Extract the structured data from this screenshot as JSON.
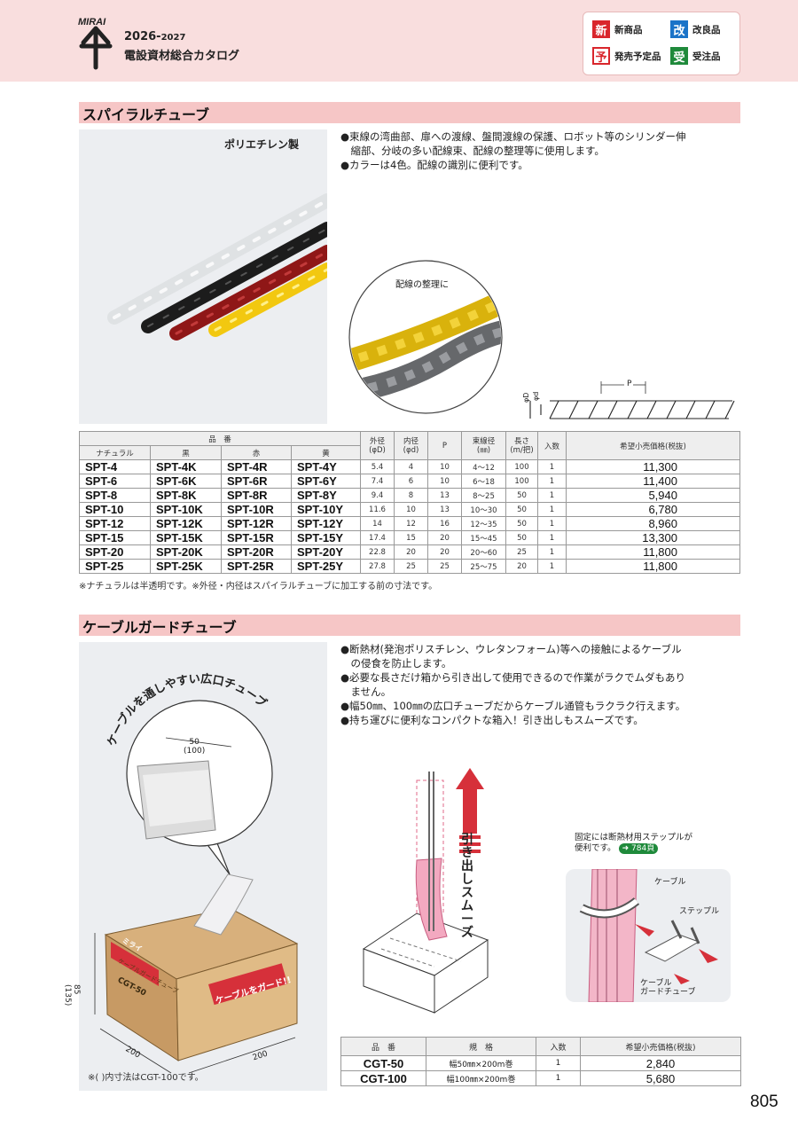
{
  "header": {
    "brand": "MIRAI",
    "year_main": "2026-",
    "year_sub": "2027",
    "catalog_title": "電設資材総合カタログ",
    "legend": [
      {
        "badge": "新",
        "label": "新商品",
        "color": "#d9262c"
      },
      {
        "badge": "改",
        "label": "改良品",
        "color": "#1a73c8"
      },
      {
        "badge": "予",
        "label": "発売予定品",
        "color": "#d9262c"
      },
      {
        "badge": "受",
        "label": "受注品",
        "color": "#1f8a3b"
      }
    ]
  },
  "spiral": {
    "section_title": "スパイラルチューブ",
    "material": "ポリエチレン製",
    "bullets": [
      "●束線の湾曲部、扉への渡線、盤間渡線の保護、ロボット等のシリンダー伸",
      "　縮部、分岐の多い配線束、配線の整理等に使用します。",
      "●カラーは4色。配線の識別に便利です。"
    ],
    "inset_caption": "配線の整理に",
    "diagram_labels": {
      "p": "P",
      "od": "φD",
      "id": "φd"
    },
    "table": {
      "group_header": "品　番",
      "color_headers": [
        "ナチュラル",
        "黒",
        "赤",
        "黄"
      ],
      "spec_headers": [
        "外径\n(φD)",
        "内径\n(φd)",
        "P",
        "束線径\n(㎜)",
        "長さ\n(m/把)",
        "入数",
        "希望小売価格(税抜)"
      ],
      "rows": [
        [
          "SPT-4",
          "SPT-4K",
          "SPT-4R",
          "SPT-4Y",
          "5.4",
          "4",
          "10",
          "4〜12",
          "100",
          "1",
          "11,300"
        ],
        [
          "SPT-6",
          "SPT-6K",
          "SPT-6R",
          "SPT-6Y",
          "7.4",
          "6",
          "10",
          "6〜18",
          "100",
          "1",
          "11,400"
        ],
        [
          "SPT-8",
          "SPT-8K",
          "SPT-8R",
          "SPT-8Y",
          "9.4",
          "8",
          "13",
          "8〜25",
          "50",
          "1",
          "5,940"
        ],
        [
          "SPT-10",
          "SPT-10K",
          "SPT-10R",
          "SPT-10Y",
          "11.6",
          "10",
          "13",
          "10〜30",
          "50",
          "1",
          "6,780"
        ],
        [
          "SPT-12",
          "SPT-12K",
          "SPT-12R",
          "SPT-12Y",
          "14",
          "12",
          "16",
          "12〜35",
          "50",
          "1",
          "8,960"
        ],
        [
          "SPT-15",
          "SPT-15K",
          "SPT-15R",
          "SPT-15Y",
          "17.4",
          "15",
          "20",
          "15〜45",
          "50",
          "1",
          "13,300"
        ],
        [
          "SPT-20",
          "SPT-20K",
          "SPT-20R",
          "SPT-20Y",
          "22.8",
          "20",
          "20",
          "20〜60",
          "25",
          "1",
          "11,800"
        ],
        [
          "SPT-25",
          "SPT-25K",
          "SPT-25R",
          "SPT-25Y",
          "27.8",
          "25",
          "25",
          "25〜75",
          "20",
          "1",
          "11,800"
        ]
      ]
    },
    "note": "※ナチュラルは半透明です。※外径・内径はスパイラルチューブに加工する前の寸法です。"
  },
  "cable_guard": {
    "section_title": "ケーブルガードチューブ",
    "bullets": [
      "●断熱材(発泡ポリスチレン、ウレタンフォーム)等への接触によるケーブル",
      "　の侵食を防止します。",
      "●必要な長さだけ箱から引き出して使用できるので作業がラクでムダもあり",
      "　ません。",
      "●幅50㎜、100㎜の広口チューブだからケーブル通管もラクラク行えます。",
      "●持ち運びに便利なコンパクトな箱入！引き出しもスムーズです。"
    ],
    "bubble_text": "ケーブルを通しやすい広口チューブ",
    "width_label": "50",
    "width_label_alt": "(100)",
    "box_dims": {
      "h": "85",
      "h_alt": "(135)",
      "w1": "200",
      "w2": "200"
    },
    "box_print": {
      "brand": "ミライ",
      "model": "CGT-50",
      "product": "ケーブルガードチューブ",
      "catch": "ケーブルをガード!!"
    },
    "photo_note": "※( )内寸法はCGT-100です。",
    "pull_label": "引き出しスムーズ",
    "fix_note_1": "固定には断熱材用ステップルが",
    "fix_note_2": "便利です。",
    "fix_ref": "784頁",
    "callouts": {
      "cable": "ケーブル",
      "staple": "ステップル",
      "tube_1": "ケーブル",
      "tube_2": "ガードチューブ"
    },
    "table": {
      "headers": [
        "品　番",
        "規　格",
        "入数",
        "希望小売価格(税抜)"
      ],
      "rows": [
        [
          "CGT-50",
          "幅50㎜×200m巻",
          "1",
          "2,840"
        ],
        [
          "CGT-100",
          "幅100㎜×200m巻",
          "1",
          "5,680"
        ]
      ]
    }
  },
  "page_number": "805"
}
